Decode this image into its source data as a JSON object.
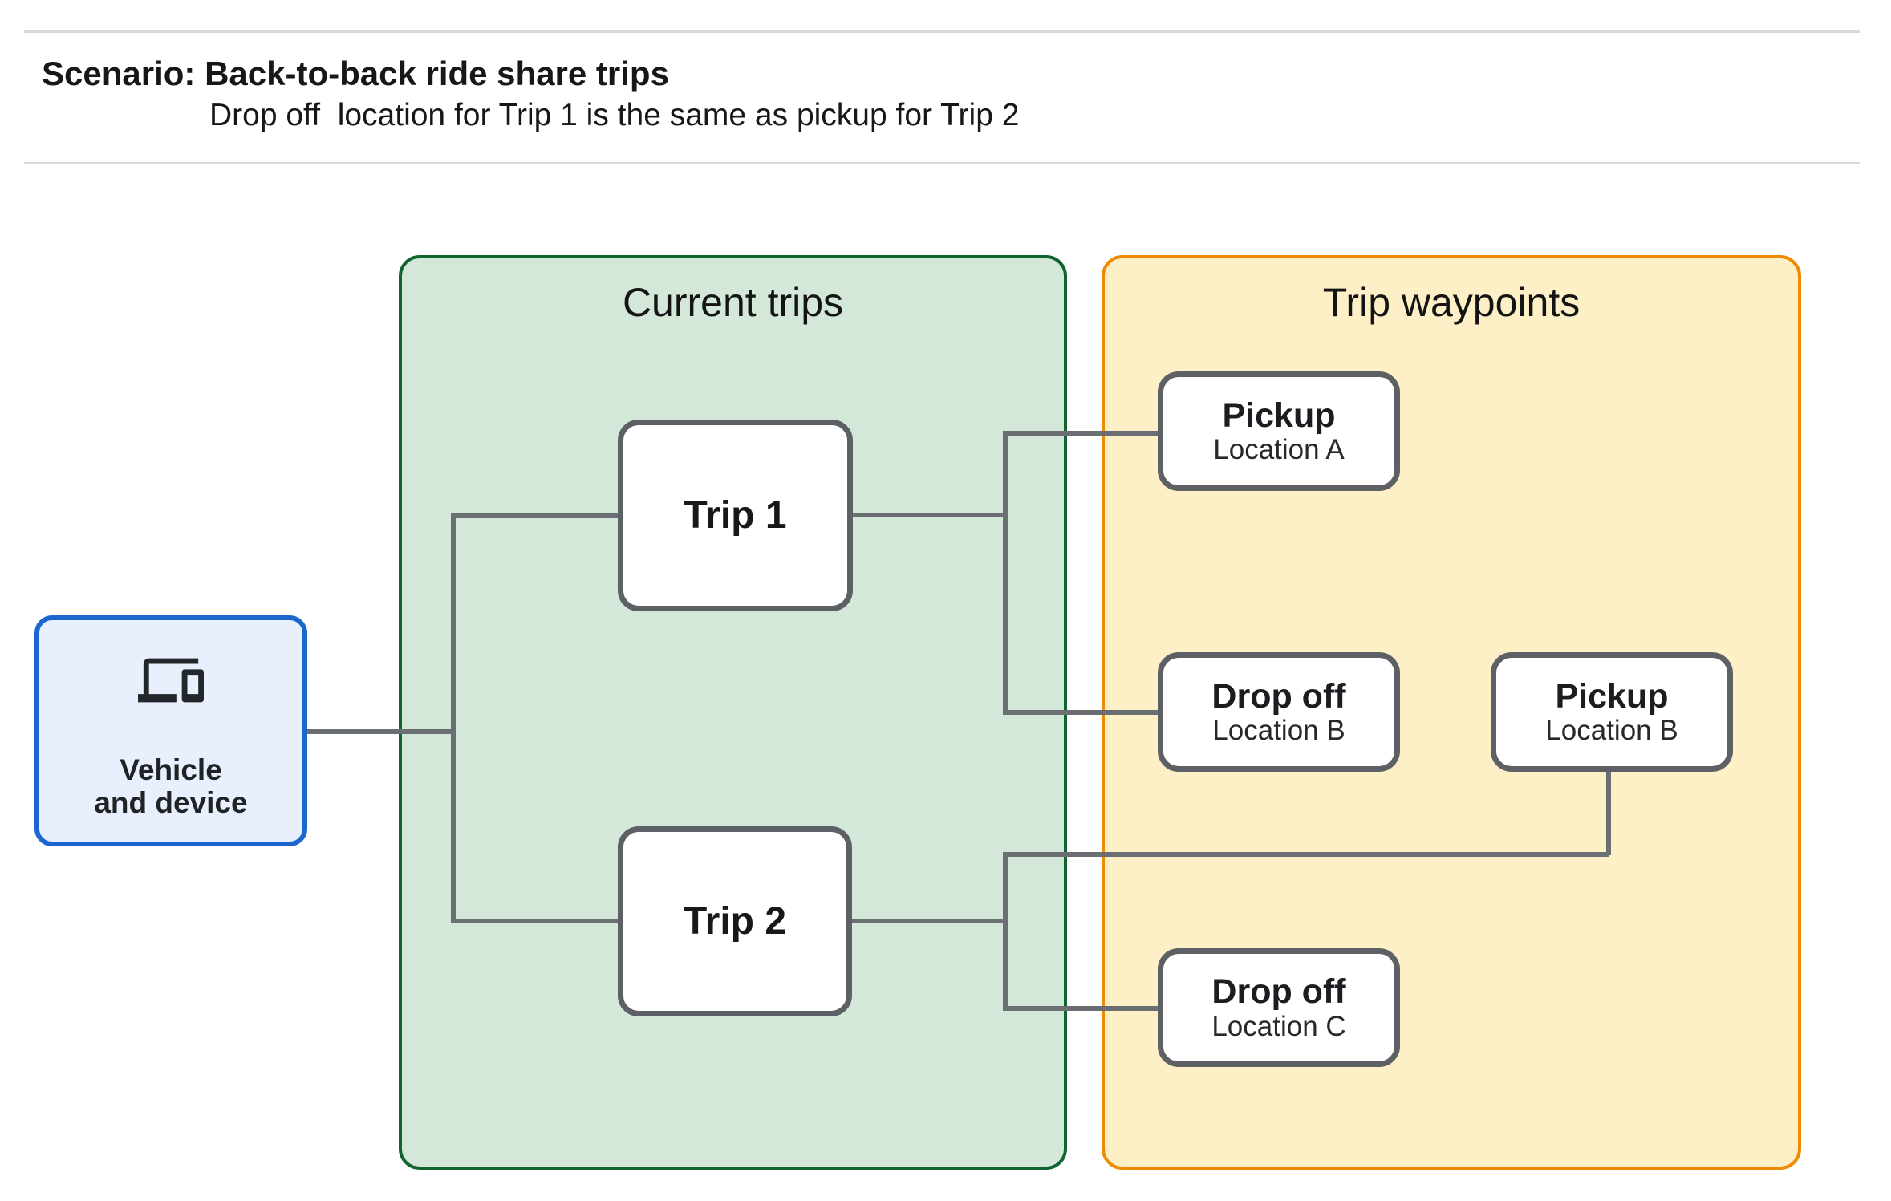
{
  "header": {
    "title": "Scenario: Back-to-back ride share trips",
    "subtitle": "Drop off  location for Trip 1 is the same as pickup for Trip 2"
  },
  "groups": {
    "current_trips": {
      "title": "Current trips"
    },
    "trip_waypoints": {
      "title": "Trip waypoints"
    }
  },
  "vehicle": {
    "icon": "devices-icon",
    "label_line1": "Vehicle",
    "label_line2": "and device"
  },
  "trips": [
    {
      "label": "Trip 1"
    },
    {
      "label": "Trip 2"
    }
  ],
  "waypoints": [
    {
      "type": "Pickup",
      "location": "Location A"
    },
    {
      "type": "Drop off",
      "location": "Location B"
    },
    {
      "type": "Pickup",
      "location": "Location B"
    },
    {
      "type": "Drop off",
      "location": "Location C"
    }
  ],
  "colors": {
    "current_trips_fill": "#d3e8d9",
    "current_trips_border": "#11642f",
    "trip_waypoints_fill": "#fdf0c7",
    "trip_waypoints_border": "#ef8a02",
    "vehicle_fill": "#e8f0fe",
    "vehicle_border": "#1b66cf",
    "node_border": "#5d6166",
    "connector_gray": "#6b6e72",
    "divider_gray": "#d9d9d9"
  }
}
